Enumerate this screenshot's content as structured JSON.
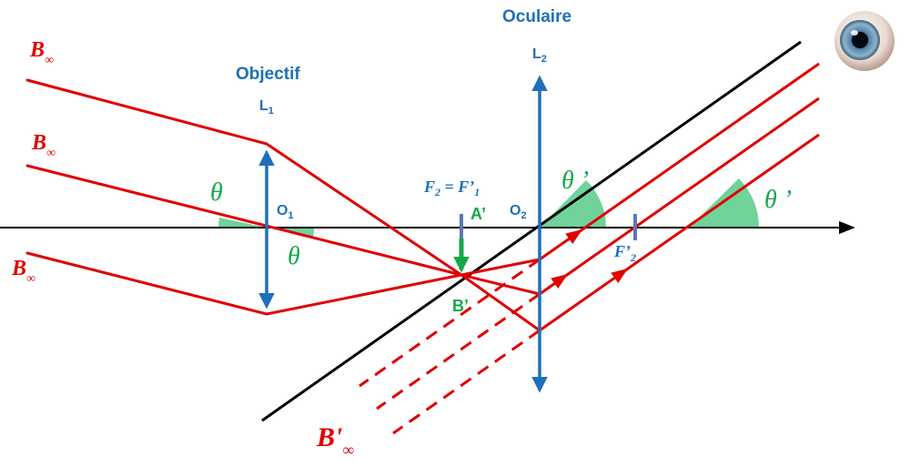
{
  "title_oculaire": "Oculaire",
  "title_objectif": "Objectif",
  "lens1": {
    "name": "L",
    "sub": "1"
  },
  "lens2": {
    "name": "L",
    "sub": "2"
  },
  "center1": {
    "name": "O",
    "sub": "1"
  },
  "center2": {
    "name": "O",
    "sub": "2"
  },
  "image_a": "A’",
  "image_b": "B’",
  "source_label": {
    "name": "B",
    "sub": "∞"
  },
  "image_inf_label": {
    "name": "B'",
    "sub": "∞"
  },
  "focal_eq": {
    "f2": "F",
    "f2_sub": "2",
    "eq": " = ",
    "f1": "F’",
    "f1_sub": "1"
  },
  "focal_f2p": {
    "name": "F’",
    "sub": "2"
  },
  "angle_theta": "θ",
  "angle_theta_prime": "θ ’",
  "colors": {
    "ray": "#e00000",
    "lens": "#1f6fb8",
    "axis": "#000000",
    "angle_fill": "#6fd39a",
    "image_arrow": "#12a84a",
    "focal_mark": "#5a78b8"
  },
  "eye_icon": "eye-icon"
}
